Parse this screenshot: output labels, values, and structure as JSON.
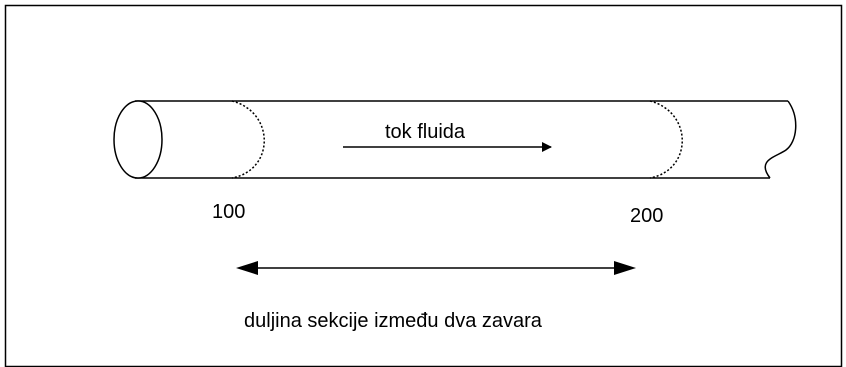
{
  "labels": {
    "flow": "tok fluida",
    "weld_start": "100",
    "weld_end": "200",
    "section_length": "duljina sekcije između dva zavara"
  },
  "colors": {
    "line": "#000000",
    "background": "#ffffff"
  }
}
